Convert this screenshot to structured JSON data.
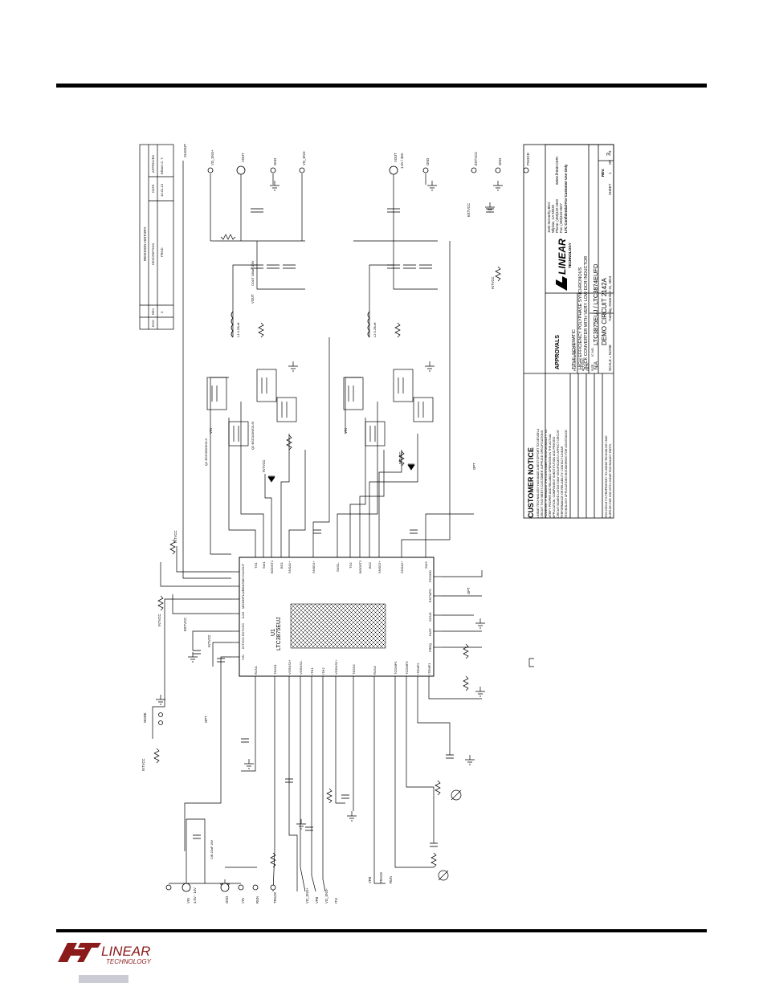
{
  "page": {
    "logo_word": "LINEAR",
    "logo_sub": "TECHNOLOGY"
  },
  "revision": {
    "header": "REVISION HISTORY",
    "cols": [
      "ECO",
      "REV",
      "DESCRIPTION",
      "DATE",
      "APPROVED"
    ],
    "row": [
      "",
      "3",
      "PROD",
      "10-01-13",
      "BRIAN C. T."
    ]
  },
  "title_block": {
    "notice_title": "CUSTOMER NOTICE",
    "notice_lines": [
      "LINEAR TECHNOLOGY HAS MADE A BEST EFFORT TO DESIGN A",
      "CIRCUIT THAT MEETS CUSTOMER-SUPPLIED SPECIFICATIONS;",
      "HOWEVER, IT REMAINS THE CUSTOMER'S RESPONSIBILITY TO",
      "VERIFY PROPER AND RELIABLE OPERATION IN THE ACTUAL",
      "APPLICATION. COMPONENT SUBSTITUTION AND PRINTED",
      "CIRCUIT BOARD LAYOUT MAY SIGNIFICANTLY AFFECT CIRCUIT",
      "PERFORMANCE OR RELIABILITY. CONTACT LINEAR",
      "TECHNOLOGY APPLICATIONS ENGINEERING FOR ASSISTANCE."
    ],
    "proprietary_lines": [
      "THIS CIRCUIT IS PROPRIETARY TO LINEAR TECHNOLOGY AND",
      "SUPPLIED FOR USE WITH LINEAR TECHNOLOGY PARTS."
    ],
    "approvals": "APPROVALS",
    "pcb_des": "PCB DES.",
    "app_eng": "APP ENG.",
    "app_eng_name": "BRIAN C. T.",
    "scale": "SCALE = NONE",
    "addr": [
      "1630 McCarthy Blvd.",
      "Milpitas, CA 95035",
      "Phone: (408)432-1900",
      "Fax: (408)434-0507"
    ],
    "web": "www.linear.com",
    "ltc_conf": "LTC Confidential-For Customer Use Only",
    "title_label": "TITLE: SCHEMATIC",
    "title_lines": [
      "HIGH EFFICIENCY POLYPHASE SYNCHRONOUS",
      "BUCK CONVERTER WITH VERY LOW DCR INDUCTOR"
    ],
    "size_label": "SIZE",
    "size_value": "N/A",
    "ic_no_label": "IC NO.",
    "ic_no_value": "LTC3875EUJ / LTC3874EUFD",
    "rev_label": "REV.",
    "rev_value": "3",
    "demo": "DEMO CIRCUIT 2142A",
    "date_label": "DATE:",
    "date_value": "Tuesday, December 31, 2013",
    "sheet_label": "SHEET",
    "sheet_value": "1",
    "of_label": "OF",
    "of_value": "3"
  },
  "labels": {
    "ic_ref": "U1",
    "ic_part": "LTC3875EUJ",
    "ic_pins_left": [
      "VIN",
      "INTVCC",
      "EXTVCC",
      "ILIM",
      "MODE/PLLIN",
      "PHASMD",
      "CLKOUT"
    ],
    "ic_pins_top": [
      "TG1",
      "SW1",
      "BOOST1",
      "BG1",
      "SNSA1+",
      "SNSD1+",
      "SNS1-",
      "TG2",
      "BOOST2",
      "BG2",
      "SNSD2+",
      "SNSA2+",
      "SW2"
    ],
    "ic_pins_bottom": [
      "RUN1",
      "TKSS1",
      "VOSNS1+",
      "VOSNS1-",
      "ITH1",
      "ITH2",
      "VOSNS2+",
      "TKSS2",
      "RUN2",
      "TCOMP1",
      "TCOMP2",
      "ITEMP2",
      "ITEMP1"
    ],
    "ic_pins_right": [
      "PGOOD",
      "ENTMPS",
      "SGND",
      "FAST",
      "FREQ"
    ],
    "vin": "VIN",
    "vin_range": "4.5V - 14V",
    "gnd": "GND",
    "vout": "VOUT",
    "vout_spec": "1.5V / 30A",
    "extvcc": "EXTVCC",
    "intvcc": "INTVCC",
    "pgood": "PGOOD",
    "clkout": "CLKOUT",
    "run": "RUN",
    "track": "TRACK",
    "vo_sns_p": "VO_SNS+",
    "vo_sns_n": "VO_SNS-",
    "ith": "ITH",
    "vfb": "VFB",
    "mode": "MODE",
    "opt": "OPT",
    "l1": "L1  0.25uH",
    "l2": "L2  0.25uH",
    "q1": "Q1  BSC050NE2LS",
    "q2": "Q2  BSC010NE2LSI",
    "c_out": "COUT  330uF  2.5V",
    "c_in": "CIN  22uF  16V"
  }
}
